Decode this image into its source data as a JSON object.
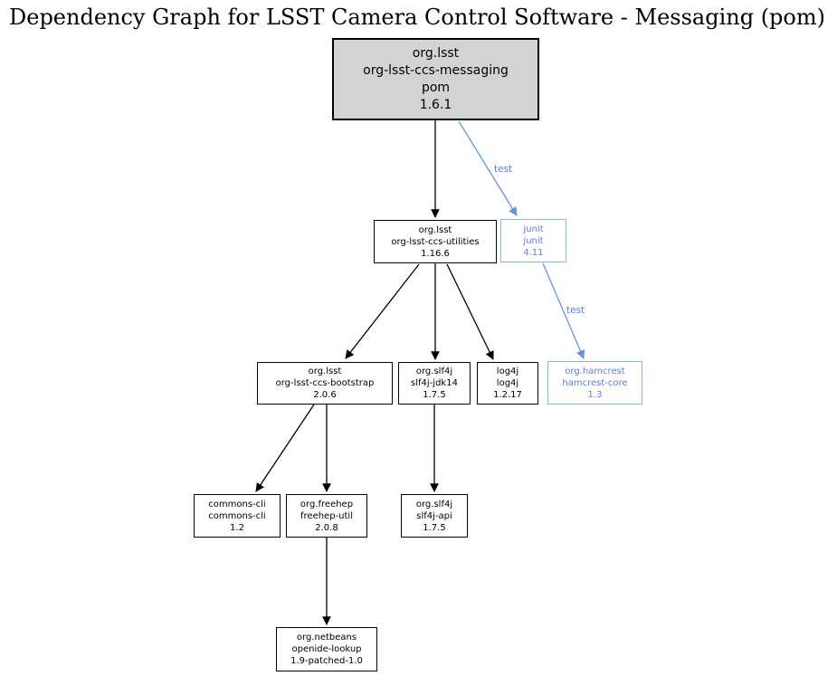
{
  "title": "Dependency Graph for LSST Camera Control Software - Messaging (pom)",
  "colors": {
    "root_fill": "#d3d3d3",
    "node_border": "#000000",
    "node_text": "#000000",
    "test_border": "#8FAFEF",
    "test_text": "#5B80D8",
    "test_edge": "#6990E2",
    "edge": "#000000"
  },
  "nodes": [
    {
      "id": "org-lsst-ccs-messaging",
      "scope": "root",
      "lines": [
        "org.lsst",
        "org-lsst-ccs-messaging",
        "pom",
        "1.6.1"
      ]
    },
    {
      "id": "org-lsst-ccs-utilities",
      "scope": "compile",
      "lines": [
        "org.lsst",
        "org-lsst-ccs-utilities",
        "1.16.6"
      ]
    },
    {
      "id": "junit",
      "scope": "test",
      "lines": [
        "junit",
        "junit",
        "4.11"
      ]
    },
    {
      "id": "org-lsst-ccs-bootstrap",
      "scope": "compile",
      "lines": [
        "org.lsst",
        "org-lsst-ccs-bootstrap",
        "2.0.6"
      ]
    },
    {
      "id": "slf4j-jdk14",
      "scope": "compile",
      "lines": [
        "org.slf4j",
        "slf4j-jdk14",
        "1.7.5"
      ]
    },
    {
      "id": "log4j",
      "scope": "compile",
      "lines": [
        "log4j",
        "log4j",
        "1.2.17"
      ]
    },
    {
      "id": "hamcrest-core",
      "scope": "test",
      "lines": [
        "org.hamcrest",
        "hamcrest-core",
        "1.3"
      ]
    },
    {
      "id": "commons-cli",
      "scope": "compile",
      "lines": [
        "commons-cli",
        "commons-cli",
        "1.2"
      ]
    },
    {
      "id": "freehep-util",
      "scope": "compile",
      "lines": [
        "org.freehep",
        "freehep-util",
        "2.0.8"
      ]
    },
    {
      "id": "slf4j-api",
      "scope": "compile",
      "lines": [
        "org.slf4j",
        "slf4j-api",
        "1.7.5"
      ]
    },
    {
      "id": "openide-lookup",
      "scope": "compile",
      "lines": [
        "org.netbeans",
        "openide-lookup",
        "1.9-patched-1.0"
      ]
    }
  ],
  "edges": [
    {
      "from": "org.lsst:org-lsst-ccs-messaging",
      "to": "org.lsst:org-lsst-ccs-utilities",
      "label": ""
    },
    {
      "from": "org.lsst:org-lsst-ccs-messaging",
      "to": "junit:junit",
      "label": "test"
    },
    {
      "from": "junit:junit",
      "to": "org.hamcrest:hamcrest-core",
      "label": "test"
    },
    {
      "from": "org.lsst:org-lsst-ccs-utilities",
      "to": "org.lsst:org-lsst-ccs-bootstrap",
      "label": ""
    },
    {
      "from": "org.lsst:org-lsst-ccs-utilities",
      "to": "org.slf4j:slf4j-jdk14",
      "label": ""
    },
    {
      "from": "org.lsst:org-lsst-ccs-utilities",
      "to": "log4j:log4j",
      "label": ""
    },
    {
      "from": "org.lsst:org-lsst-ccs-bootstrap",
      "to": "commons-cli:commons-cli",
      "label": ""
    },
    {
      "from": "org.lsst:org-lsst-ccs-bootstrap",
      "to": "org.freehep:freehep-util",
      "label": ""
    },
    {
      "from": "org.slf4j:slf4j-jdk14",
      "to": "org.slf4j:slf4j-api",
      "label": ""
    },
    {
      "from": "org.freehep:freehep-util",
      "to": "org.netbeans:openide-lookup",
      "label": ""
    }
  ]
}
